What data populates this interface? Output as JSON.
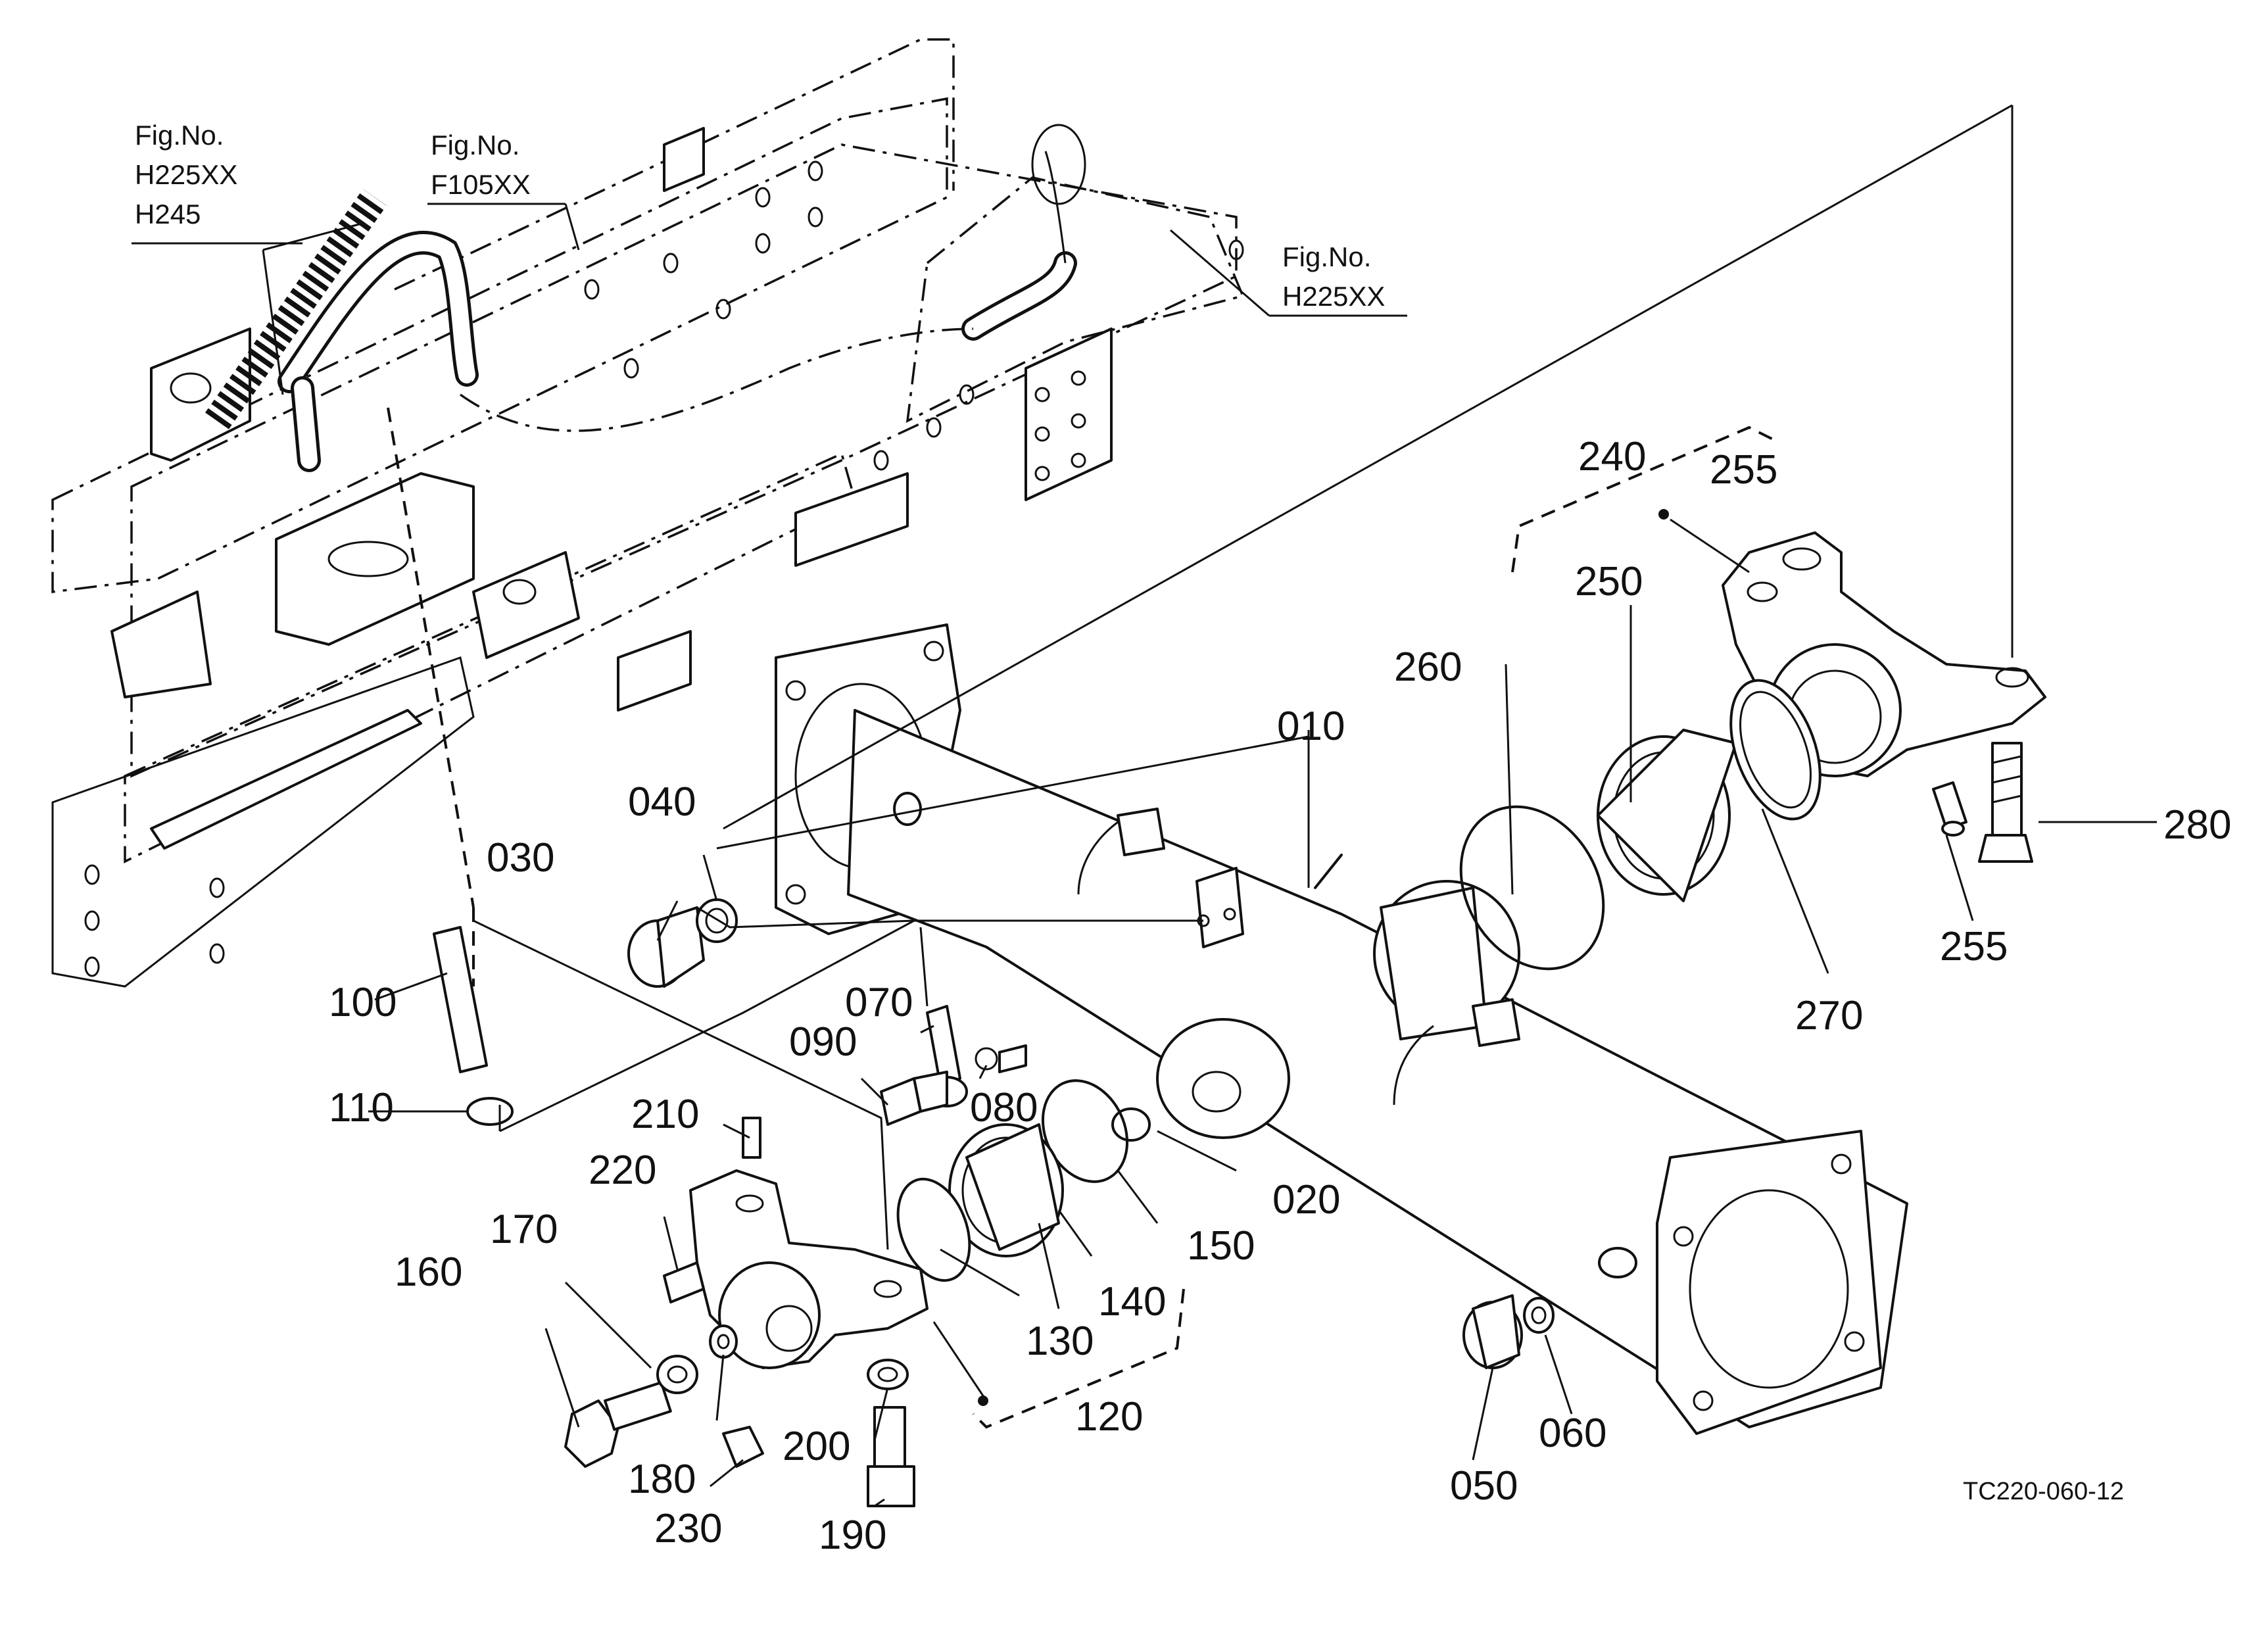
{
  "drawing_code": "TC220-060-12",
  "figure_references": [
    {
      "label": "Fig.No.",
      "codes": [
        "H225XX",
        "H245"
      ]
    },
    {
      "label": "Fig.No.",
      "codes": [
        "F105XX"
      ]
    },
    {
      "label": "Fig.No.",
      "codes": [
        "H225XX"
      ]
    }
  ],
  "callouts": [
    "010",
    "020",
    "030",
    "040",
    "050",
    "060",
    "070",
    "080",
    "090",
    "100",
    "110",
    "120",
    "130",
    "140",
    "150",
    "160",
    "170",
    "180",
    "190",
    "200",
    "210",
    "220",
    "230",
    "240",
    "250",
    "255",
    "255",
    "260",
    "270",
    "280"
  ],
  "colors": {
    "ink": "#111111",
    "paper": "#ffffff"
  }
}
